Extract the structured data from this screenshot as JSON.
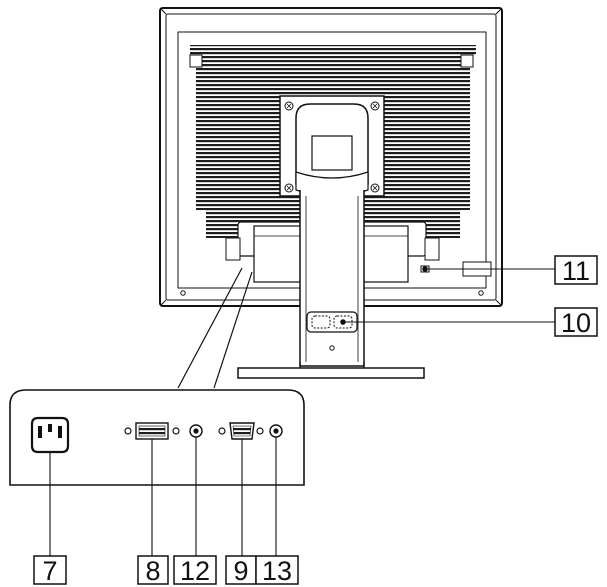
{
  "callouts": {
    "c7": "7",
    "c8": "8",
    "c12": "12",
    "c9": "9",
    "c13": "13",
    "c10": "10",
    "c11": "11"
  },
  "colors": {
    "line": "#111111",
    "vent": "#222222",
    "background": "#ffffff"
  },
  "icons": {
    "ac_in": "ac-power-socket-icon",
    "dvi": "dvi-port-icon",
    "vga": "vga-port-icon",
    "audio": "audio-jack-icon"
  }
}
